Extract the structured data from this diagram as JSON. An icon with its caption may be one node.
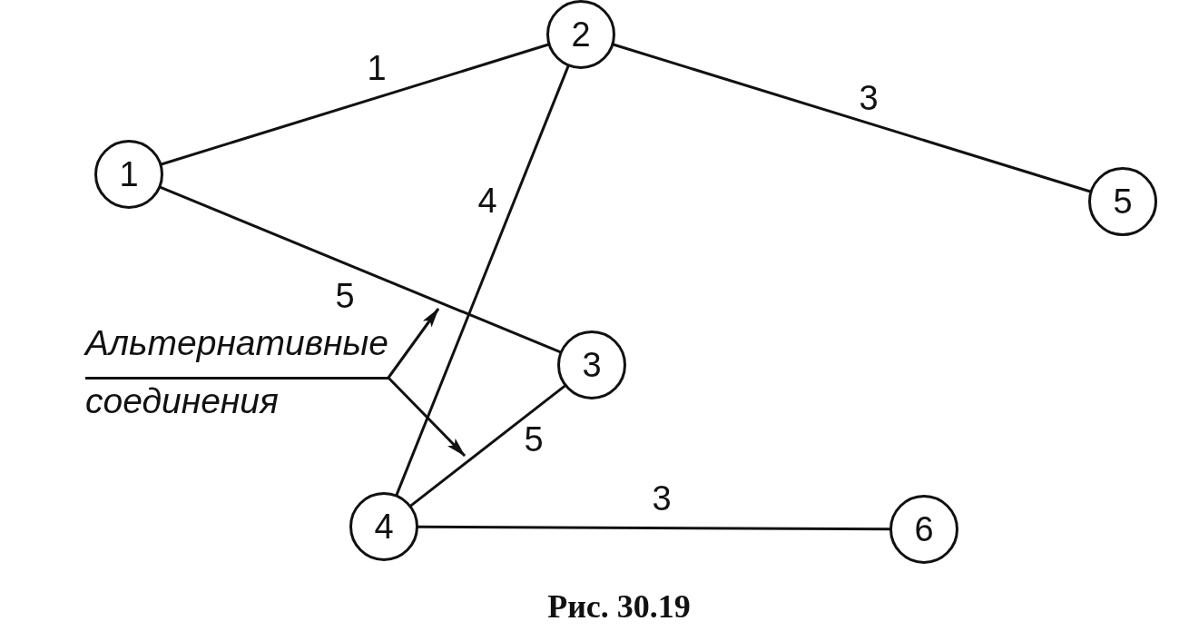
{
  "diagram": {
    "caption": "Рис. 30.19",
    "nodes": [
      {
        "text": [
          "1"
        ]
      },
      {
        "text": [
          "2"
        ]
      },
      {
        "text": [
          "3"
        ]
      },
      {
        "text": [
          "4"
        ]
      },
      {
        "text": [
          "5"
        ]
      },
      {
        "text": [
          "6"
        ]
      },
      {
        "text": [
          "Альтернативные соединения"
        ]
      }
    ],
    "edges": [
      {
        "from": 0,
        "to": 1,
        "arrow": "none",
        "label": "1"
      },
      {
        "from": 1,
        "to": 4,
        "arrow": "none",
        "label": "3"
      },
      {
        "from": 1,
        "to": 3,
        "arrow": "none",
        "label": "4"
      },
      {
        "from": 0,
        "to": 2,
        "arrow": "none",
        "label": "5"
      },
      {
        "from": 3,
        "to": 2,
        "arrow": "none",
        "label": "5"
      },
      {
        "from": 3,
        "to": 5,
        "arrow": "none",
        "label": "3"
      },
      {
        "from": 6,
        "to": null,
        "arrow": "to"
      },
      {
        "from": 6,
        "to": null,
        "arrow": "to"
      }
    ]
  }
}
